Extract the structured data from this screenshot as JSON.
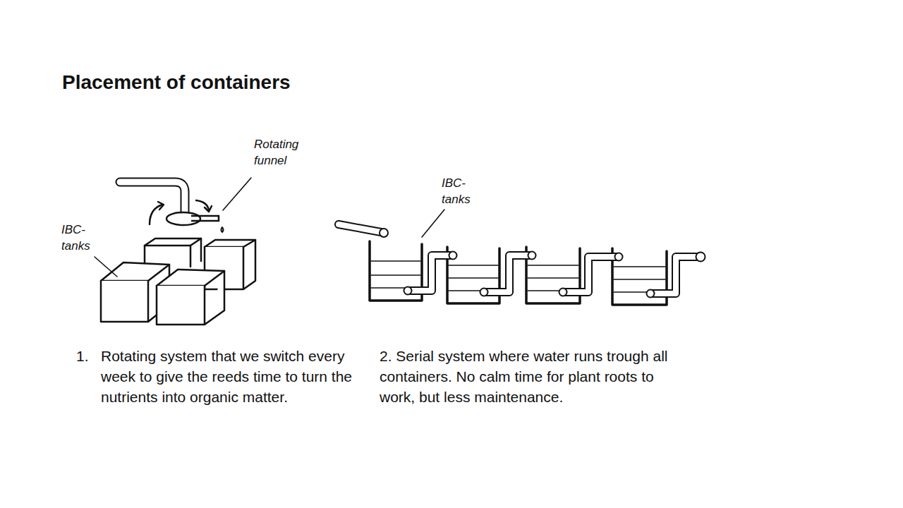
{
  "diagram": {
    "title": "Placement of containers",
    "labels": [
      "Rotating funnel",
      "IBC-tanks",
      "IBC-tanks",
      "1.",
      "Rotating system that we switch every week to give the reeds time to turn the nutrients into organic matter.",
      "2. Serial system where water runs trough all containers. No calm time for plant roots to work, but less maintenance."
    ]
  }
}
